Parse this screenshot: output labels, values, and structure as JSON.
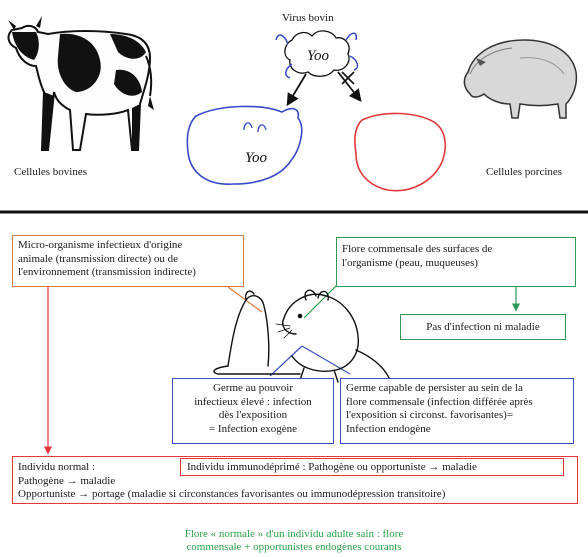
{
  "top_panel": {
    "virus_label": "Virus bovin",
    "virus_text": "Yoo",
    "cell_text": "Yoo",
    "left_caption": "Cellules bovines",
    "right_caption": "Cellules porcines"
  },
  "bottom_panel": {
    "box_origin": {
      "lines": [
        "Micro-organisme infectieux d'origine",
        "animale (transmission directe) ou de",
        "l'environnement (transmission indirecte)"
      ]
    },
    "box_flora": {
      "lines": [
        "Flore commensale des surfaces de",
        "l'organisme (peau, muqueuses)"
      ]
    },
    "box_no_infection": "Pas d'infection ni maladie",
    "box_exogenous": {
      "lines": [
        "Germe au pouvoir",
        "infectieux élevé : infection",
        "dès l'exposition",
        "= Infection exogène"
      ]
    },
    "box_endogenous": {
      "lines": [
        "Germe capable de persister au sein de la",
        "flore commensale (infection différée après",
        "l'exposition si circonst. favorisantes)=",
        "Infection endogène"
      ]
    },
    "box_individuals": {
      "line1": "Individu normal :",
      "line2": "Pathogène → maladie",
      "line3": "Opportuniste → portage (maladie si circonstances favorisantes ou immunodépression transitoire)",
      "immuno": "Individu immunodéprimé : Pathogène ou opportuniste → maladie"
    },
    "footer": {
      "lines": [
        "Flore « normale » d'un individu adulte  sain : flore",
        "commensale + opportunistes endogènes courants"
      ]
    }
  },
  "colors": {
    "orange": "#e07a3a",
    "green": "#2f9a55",
    "blue": "#3a4fbf",
    "red": "#e23a3a",
    "footer_green": "#2aa148"
  }
}
